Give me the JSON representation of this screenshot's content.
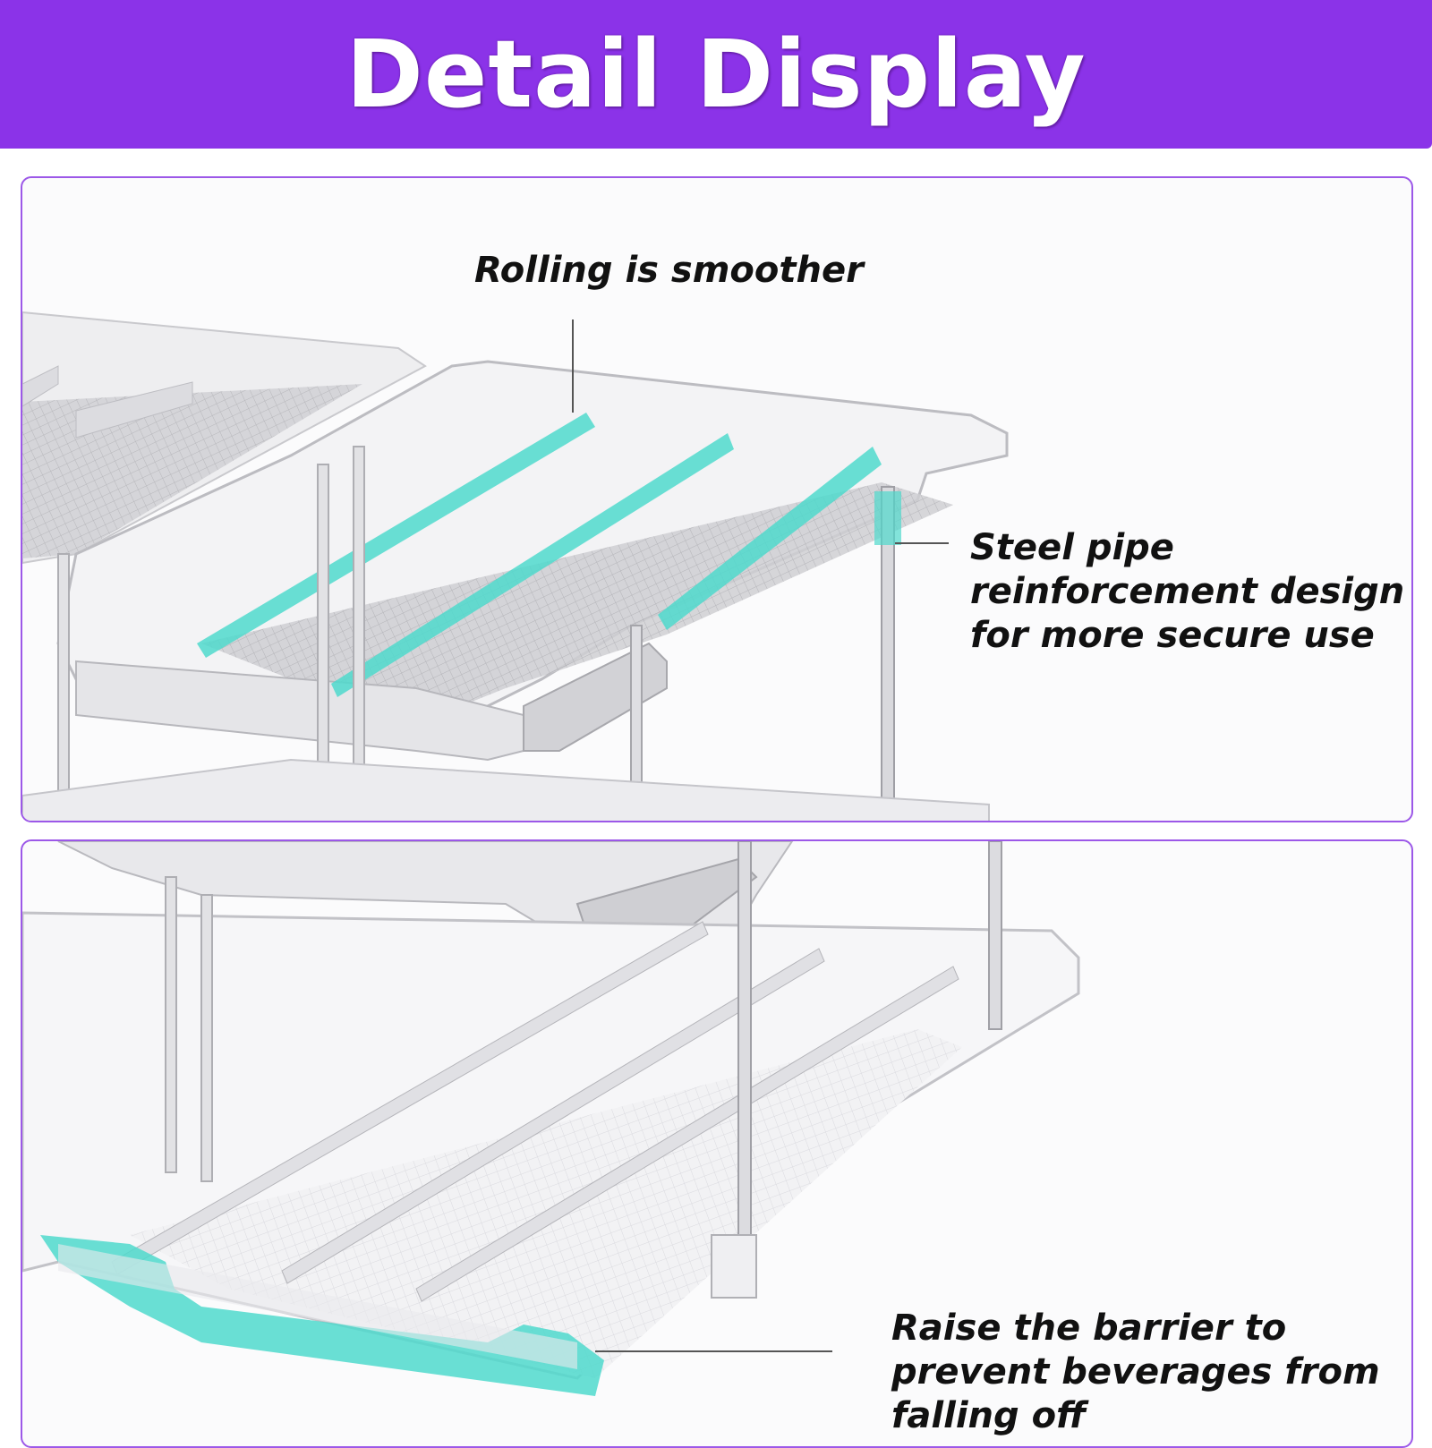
{
  "banner": {
    "title": "Detail Display",
    "background_color": "#8b33e8"
  },
  "callouts": {
    "rolling": "Rolling is smoother",
    "steel_pipe": "Steel pipe reinforcement design for more secure use",
    "barrier": "Raise the barrier to prevent beverages from falling off"
  },
  "colors": {
    "panel_border": "#9c58e8",
    "highlight": "#4fd9cc",
    "leader_line": "#555555"
  },
  "images": {
    "top_panel": "organizer-shelf-upper-tier-photo",
    "bottom_panel": "organizer-shelf-lower-tier-photo"
  }
}
